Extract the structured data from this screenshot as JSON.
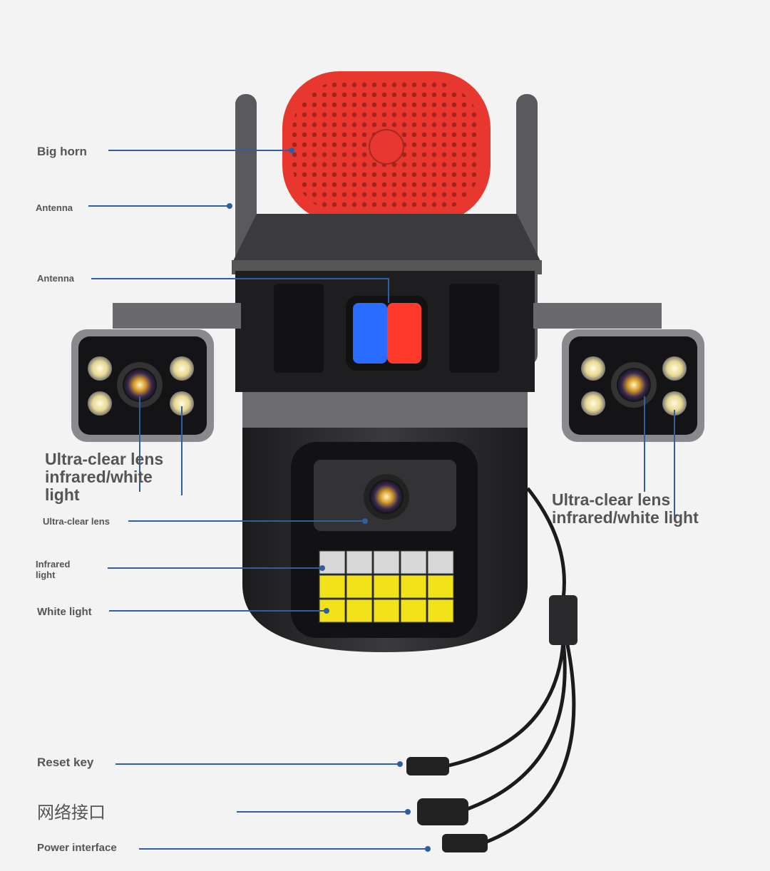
{
  "labels": {
    "big_horn": "Big horn",
    "antenna_1": "Antenna",
    "antenna_2": "Antenna",
    "left_lens_callout": "Ultra-clear lens infrared/white light",
    "right_lens_callout": "Ultra-clear lens infrared/white light",
    "ultra_clear_lens": "Ultra-clear lens",
    "infrared_light": "Infrared light",
    "white_light": "White light",
    "reset_key": "Reset key",
    "network_port": "网络接口",
    "power_interface": "Power interface"
  },
  "colors": {
    "callout_line": "#2f5fa0",
    "horn": "#e8372f",
    "body": "#2a2a2c",
    "label": "#555555"
  }
}
